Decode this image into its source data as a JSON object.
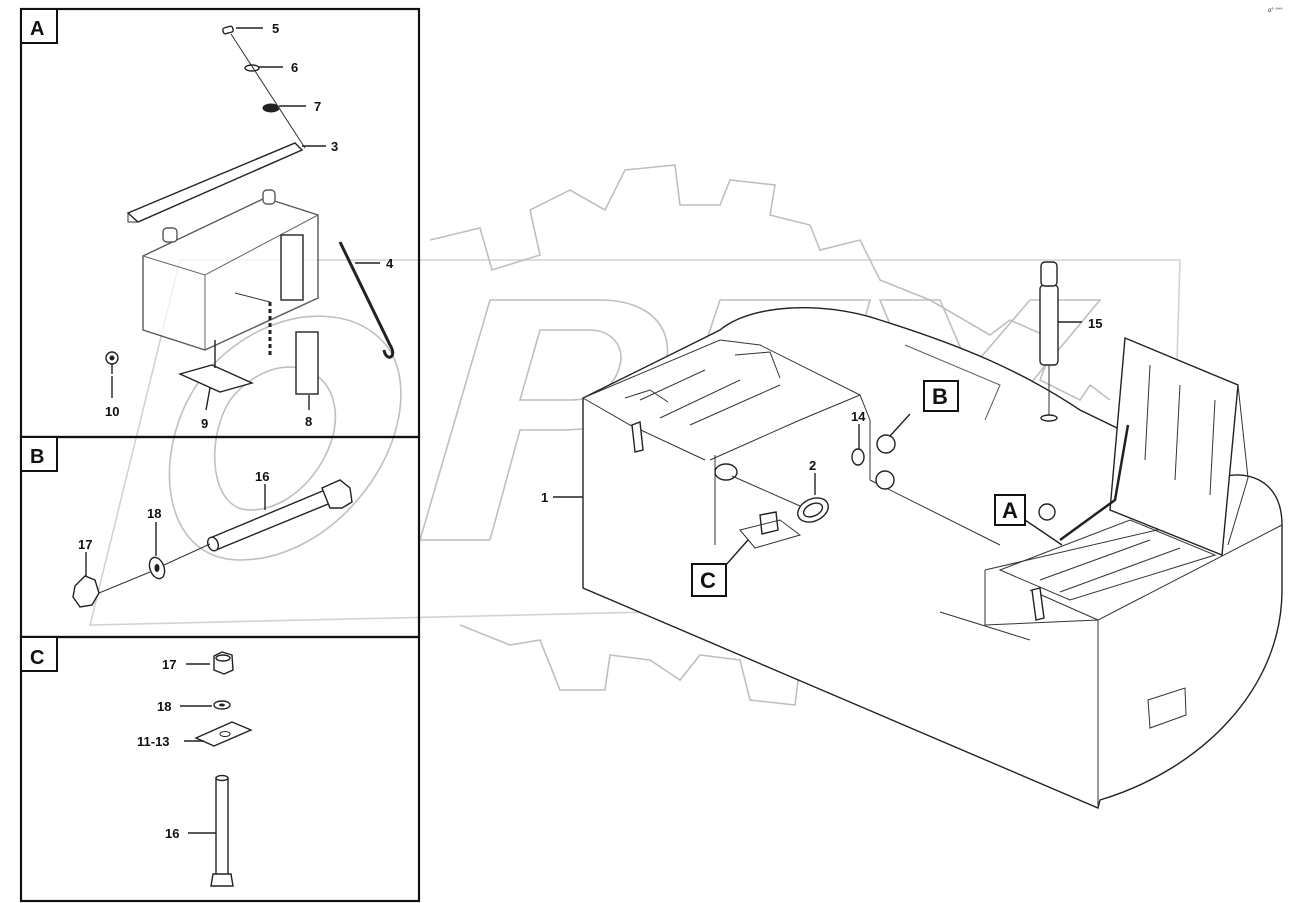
{
  "corner_mark": "o° °°°",
  "panels": [
    {
      "letter": "A"
    },
    {
      "letter": "B"
    },
    {
      "letter": "C"
    }
  ],
  "callouts_a": {
    "c5": "5",
    "c6": "6",
    "c7": "7",
    "c3": "3",
    "c4": "4",
    "c10": "10",
    "c9": "9",
    "c8": "8"
  },
  "callouts_b": {
    "c16": "16",
    "c18": "18",
    "c17": "17"
  },
  "callouts_c": {
    "c17": "17",
    "c18": "18",
    "c11_13": "11-13",
    "c16": "16"
  },
  "main": {
    "c1": "1",
    "c2": "2",
    "c14": "14",
    "c15": "15",
    "label_a": "A",
    "label_b": "B",
    "label_c": "C"
  },
  "watermark": {
    "text": "OPEX",
    "style": "gear outline with italic letters"
  }
}
